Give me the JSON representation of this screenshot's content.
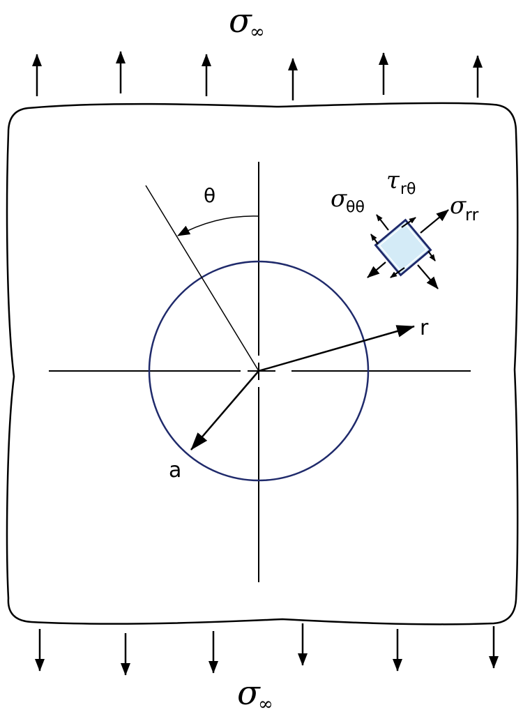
{
  "labels": {
    "top_stress": "σ",
    "top_stress_sub": "∞",
    "bottom_stress": "σ",
    "bottom_stress_sub": "∞",
    "theta": "θ",
    "r": "r",
    "a": "a",
    "sigma_tt": "σ",
    "sigma_tt_sub": "θθ",
    "tau_rt": "τ",
    "tau_rt_sub": "rθ",
    "sigma_rr": "σ",
    "sigma_rr_sub": "rr"
  },
  "colors": {
    "hole": "#1f2a6b",
    "element_fill": "#d4ebf7",
    "element_stroke": "#1f2a6b",
    "line": "#000000"
  },
  "icons": {
    "load_arrows": "arrow-icon",
    "element": "stress-element-icon"
  }
}
